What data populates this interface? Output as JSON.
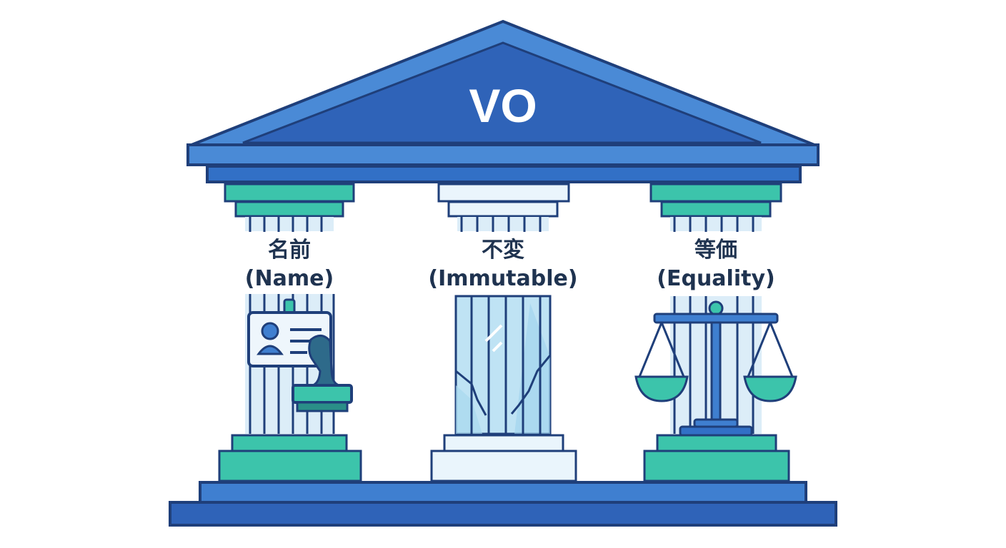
{
  "pediment": {
    "title": "VO"
  },
  "pillars": [
    {
      "label_jp": "名前",
      "label_en": "(Name)",
      "icon": "id-card-stamp-icon"
    },
    {
      "label_jp": "不変",
      "label_en": "(Immutable)",
      "icon": "glass-crack-icon"
    },
    {
      "label_jp": "等価",
      "label_en": "(Equality)",
      "icon": "balance-scale-icon"
    }
  ],
  "colors": {
    "outline": "#1f3f7a",
    "roof_blue": "#3f7fd0",
    "roof_inner": "#2f63b8",
    "teal": "#3cc4ab",
    "teal_light": "#4fd2b8",
    "pale_blue": "#dcedf8",
    "glass": "#bfe3f4",
    "card_bg": "#eef6fc"
  }
}
